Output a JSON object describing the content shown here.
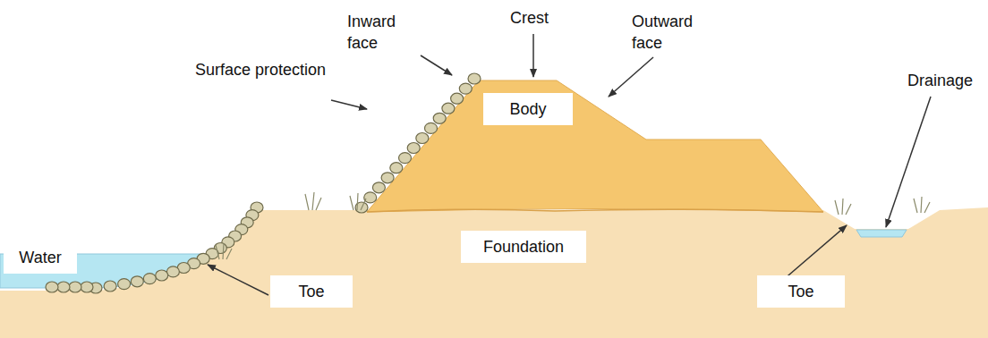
{
  "diagram": {
    "labels": [
      "Crest",
      "Inward face",
      "Outward face",
      "Surface protection",
      "Drainage",
      "Body",
      "Water",
      "Foundation",
      "Toe",
      "Toe"
    ]
  }
}
